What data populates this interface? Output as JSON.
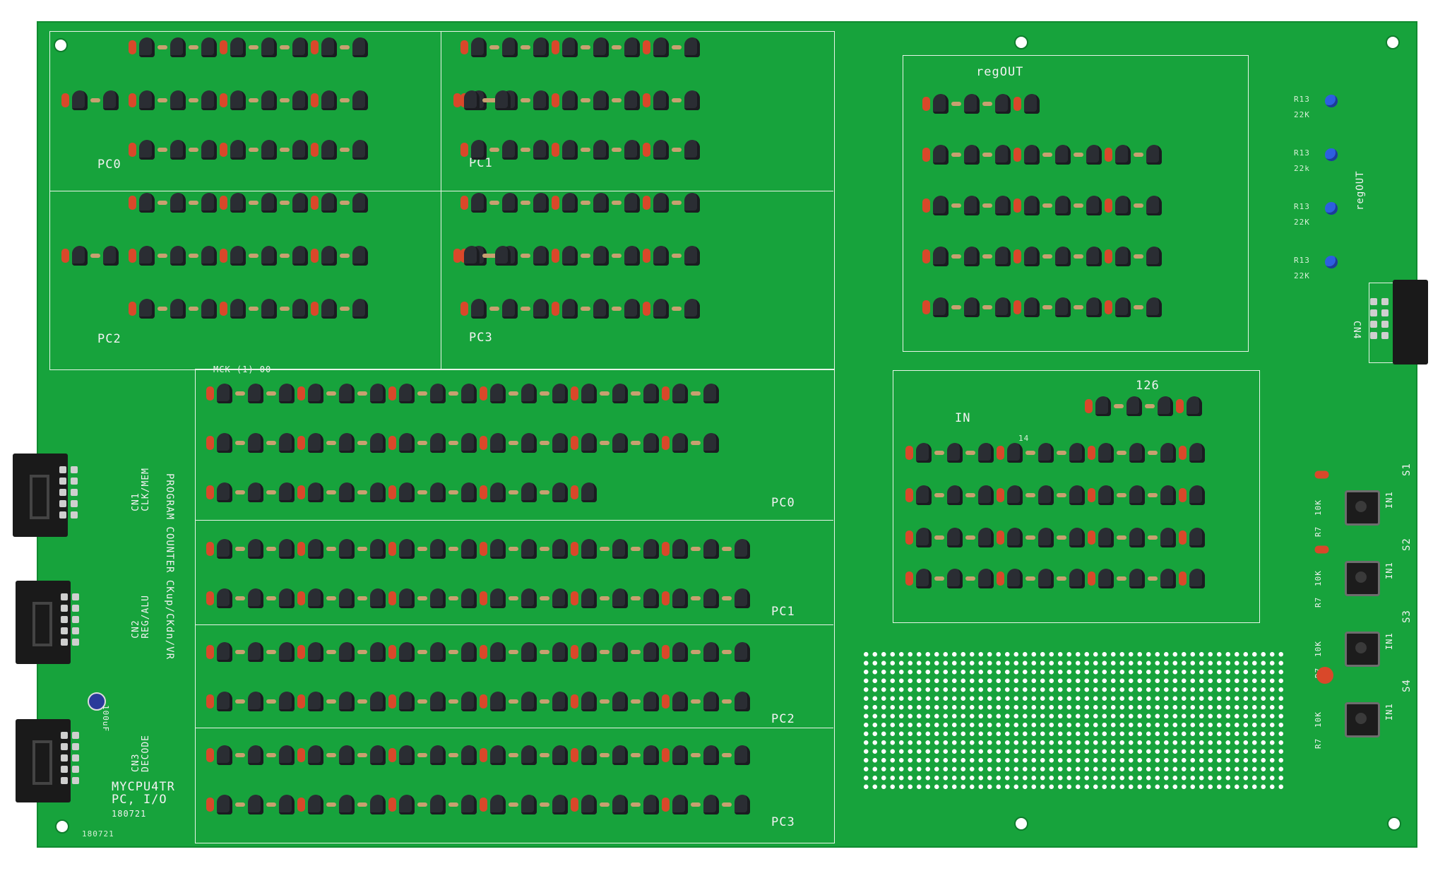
{
  "board": {
    "name": "MYCPU4TR",
    "subtitle": "PC, I/O",
    "date": "180721",
    "date_corner": "180721",
    "program_counter_label": "PROGRAM COUNTER CKup/CKdn/VR",
    "capacitor_label": "100uF"
  },
  "connectors": [
    {
      "id": "CN1",
      "label": "CN1",
      "sublabel": "CLK/MEM"
    },
    {
      "id": "CN2",
      "label": "CN2",
      "sublabel": "REG/ALU"
    },
    {
      "id": "CN3",
      "label": "CN3",
      "sublabel": "DECODE"
    },
    {
      "id": "CN4",
      "label": "CN4",
      "sublabel": ""
    }
  ],
  "sections": {
    "top_left": [
      "PC0",
      "PC1",
      "PC2",
      "PC3"
    ],
    "bottom_left": [
      "PC0",
      "PC1",
      "PC2",
      "PC3"
    ],
    "regout": "regOUT",
    "in": "IN",
    "in_count": "126",
    "in_row": "14",
    "mck": "MCK (1) 00",
    "regout_side": "regOUT"
  },
  "switches": [
    {
      "label": "S1",
      "in": "IN1",
      "res": "10K",
      "ref": "R7"
    },
    {
      "label": "S2",
      "in": "IN1",
      "res": "10K",
      "ref": "R7"
    },
    {
      "label": "S3",
      "in": "IN1",
      "res": "10K",
      "ref": "R7"
    },
    {
      "label": "S4",
      "in": "IN1",
      "res": "10K",
      "ref": "R7"
    }
  ],
  "leds": [
    {
      "ref": "R13",
      "val": "22K"
    },
    {
      "ref": "R13",
      "val": "22k"
    },
    {
      "ref": "R13",
      "val": "22K"
    },
    {
      "ref": "R13",
      "val": "22K"
    }
  ],
  "colors": {
    "board": "#17a33c",
    "silk": "#f2f2f2",
    "cap": "#d9482a",
    "transistor": "#2a2d33",
    "led": "#2d5fe0"
  }
}
